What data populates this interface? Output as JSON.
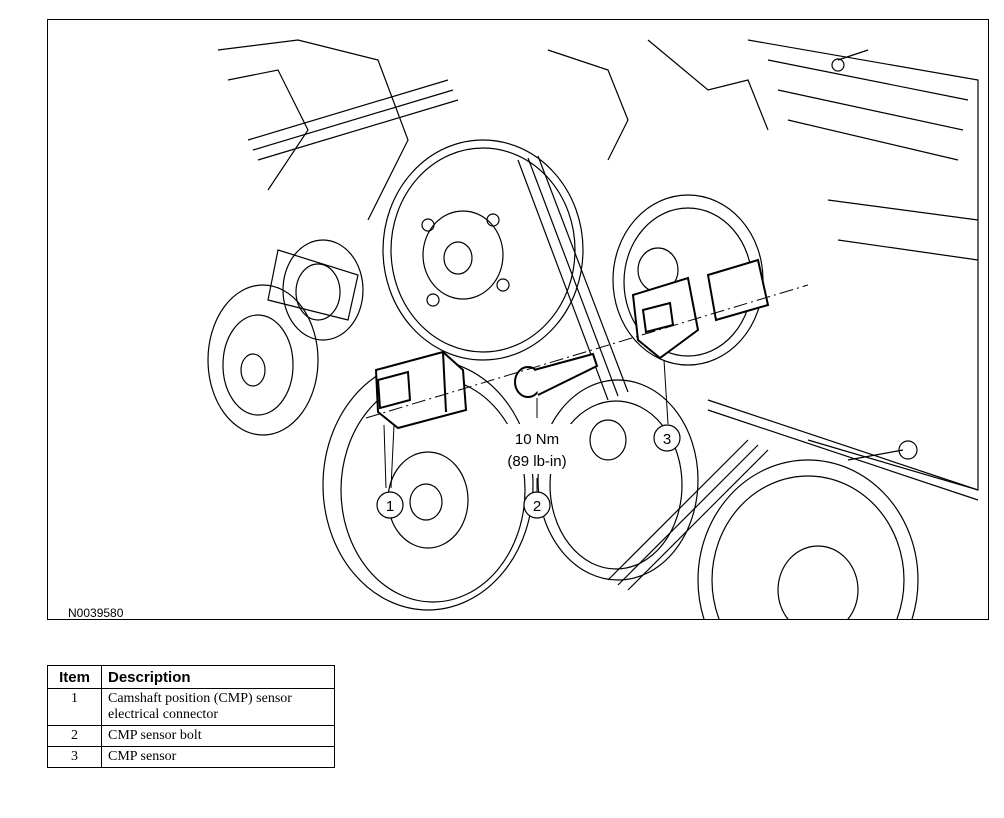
{
  "figure": {
    "id_label": "N0039580",
    "callouts": [
      {
        "number": "1"
      },
      {
        "number": "2"
      },
      {
        "number": "3"
      }
    ],
    "torque_spec": {
      "line1": "10 Nm",
      "line2": "(89 lb-in)"
    }
  },
  "legend": {
    "headers": {
      "item": "Item",
      "description": "Description"
    },
    "rows": [
      {
        "item": "1",
        "description": "Camshaft position (CMP) sensor electrical connector"
      },
      {
        "item": "2",
        "description": "CMP sensor bolt"
      },
      {
        "item": "3",
        "description": "CMP sensor"
      }
    ]
  }
}
